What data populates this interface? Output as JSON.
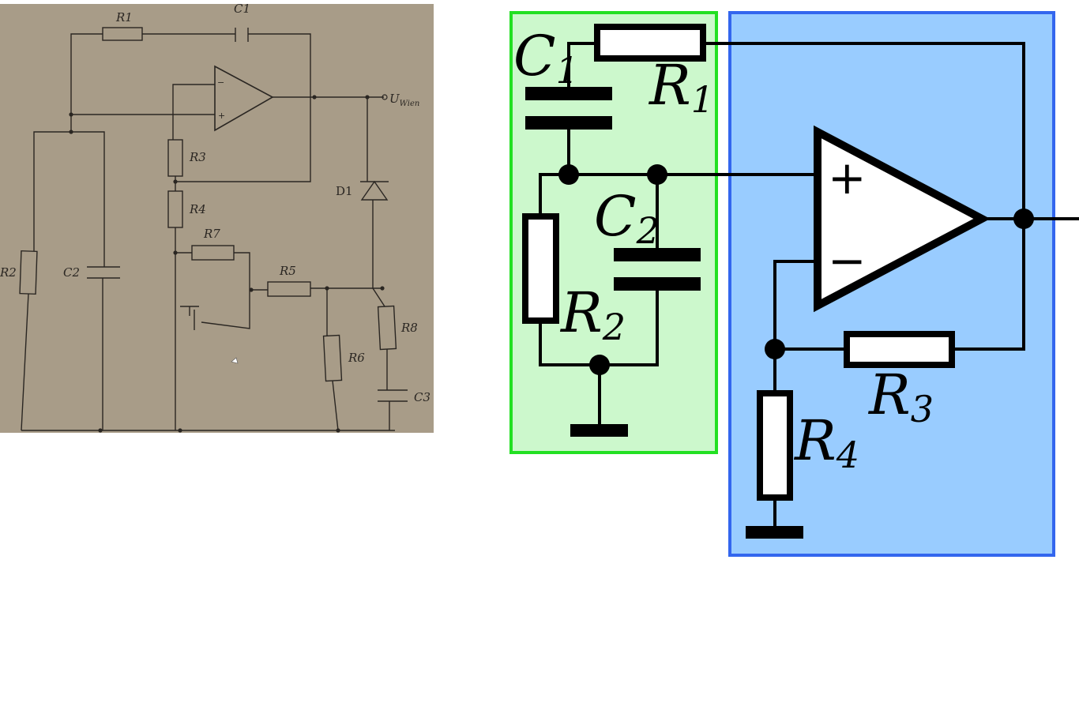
{
  "photo_schematic": {
    "labels": {
      "r1": "R1",
      "c1": "C1",
      "r2": "R2",
      "c2": "C2",
      "r3": "R3",
      "r4": "R4",
      "r5": "R5",
      "r6": "R6",
      "r7": "R7",
      "r8": "R8",
      "c3": "C3",
      "d1": "D1",
      "output": "U",
      "output_sub": "Wien",
      "opamp_minus": "−",
      "opamp_plus": "+"
    },
    "colors": {
      "paper": "#a89c88",
      "ink": "#2a2622"
    }
  },
  "clean_schematic": {
    "labels": {
      "c1": "C",
      "c1_sub": "1",
      "r1": "R",
      "r1_sub": "1",
      "c2": "C",
      "c2_sub": "2",
      "r2": "R",
      "r2_sub": "2",
      "r3": "R",
      "r3_sub": "3",
      "r4": "R",
      "r4_sub": "4",
      "opamp_plus": "+",
      "opamp_minus": "−"
    },
    "colors": {
      "feedback_fill": "#ccf8cc",
      "feedback_border": "#22e022",
      "amplifier_fill": "#99ccff",
      "amplifier_border": "#3366ee",
      "wire": "#000000"
    }
  }
}
